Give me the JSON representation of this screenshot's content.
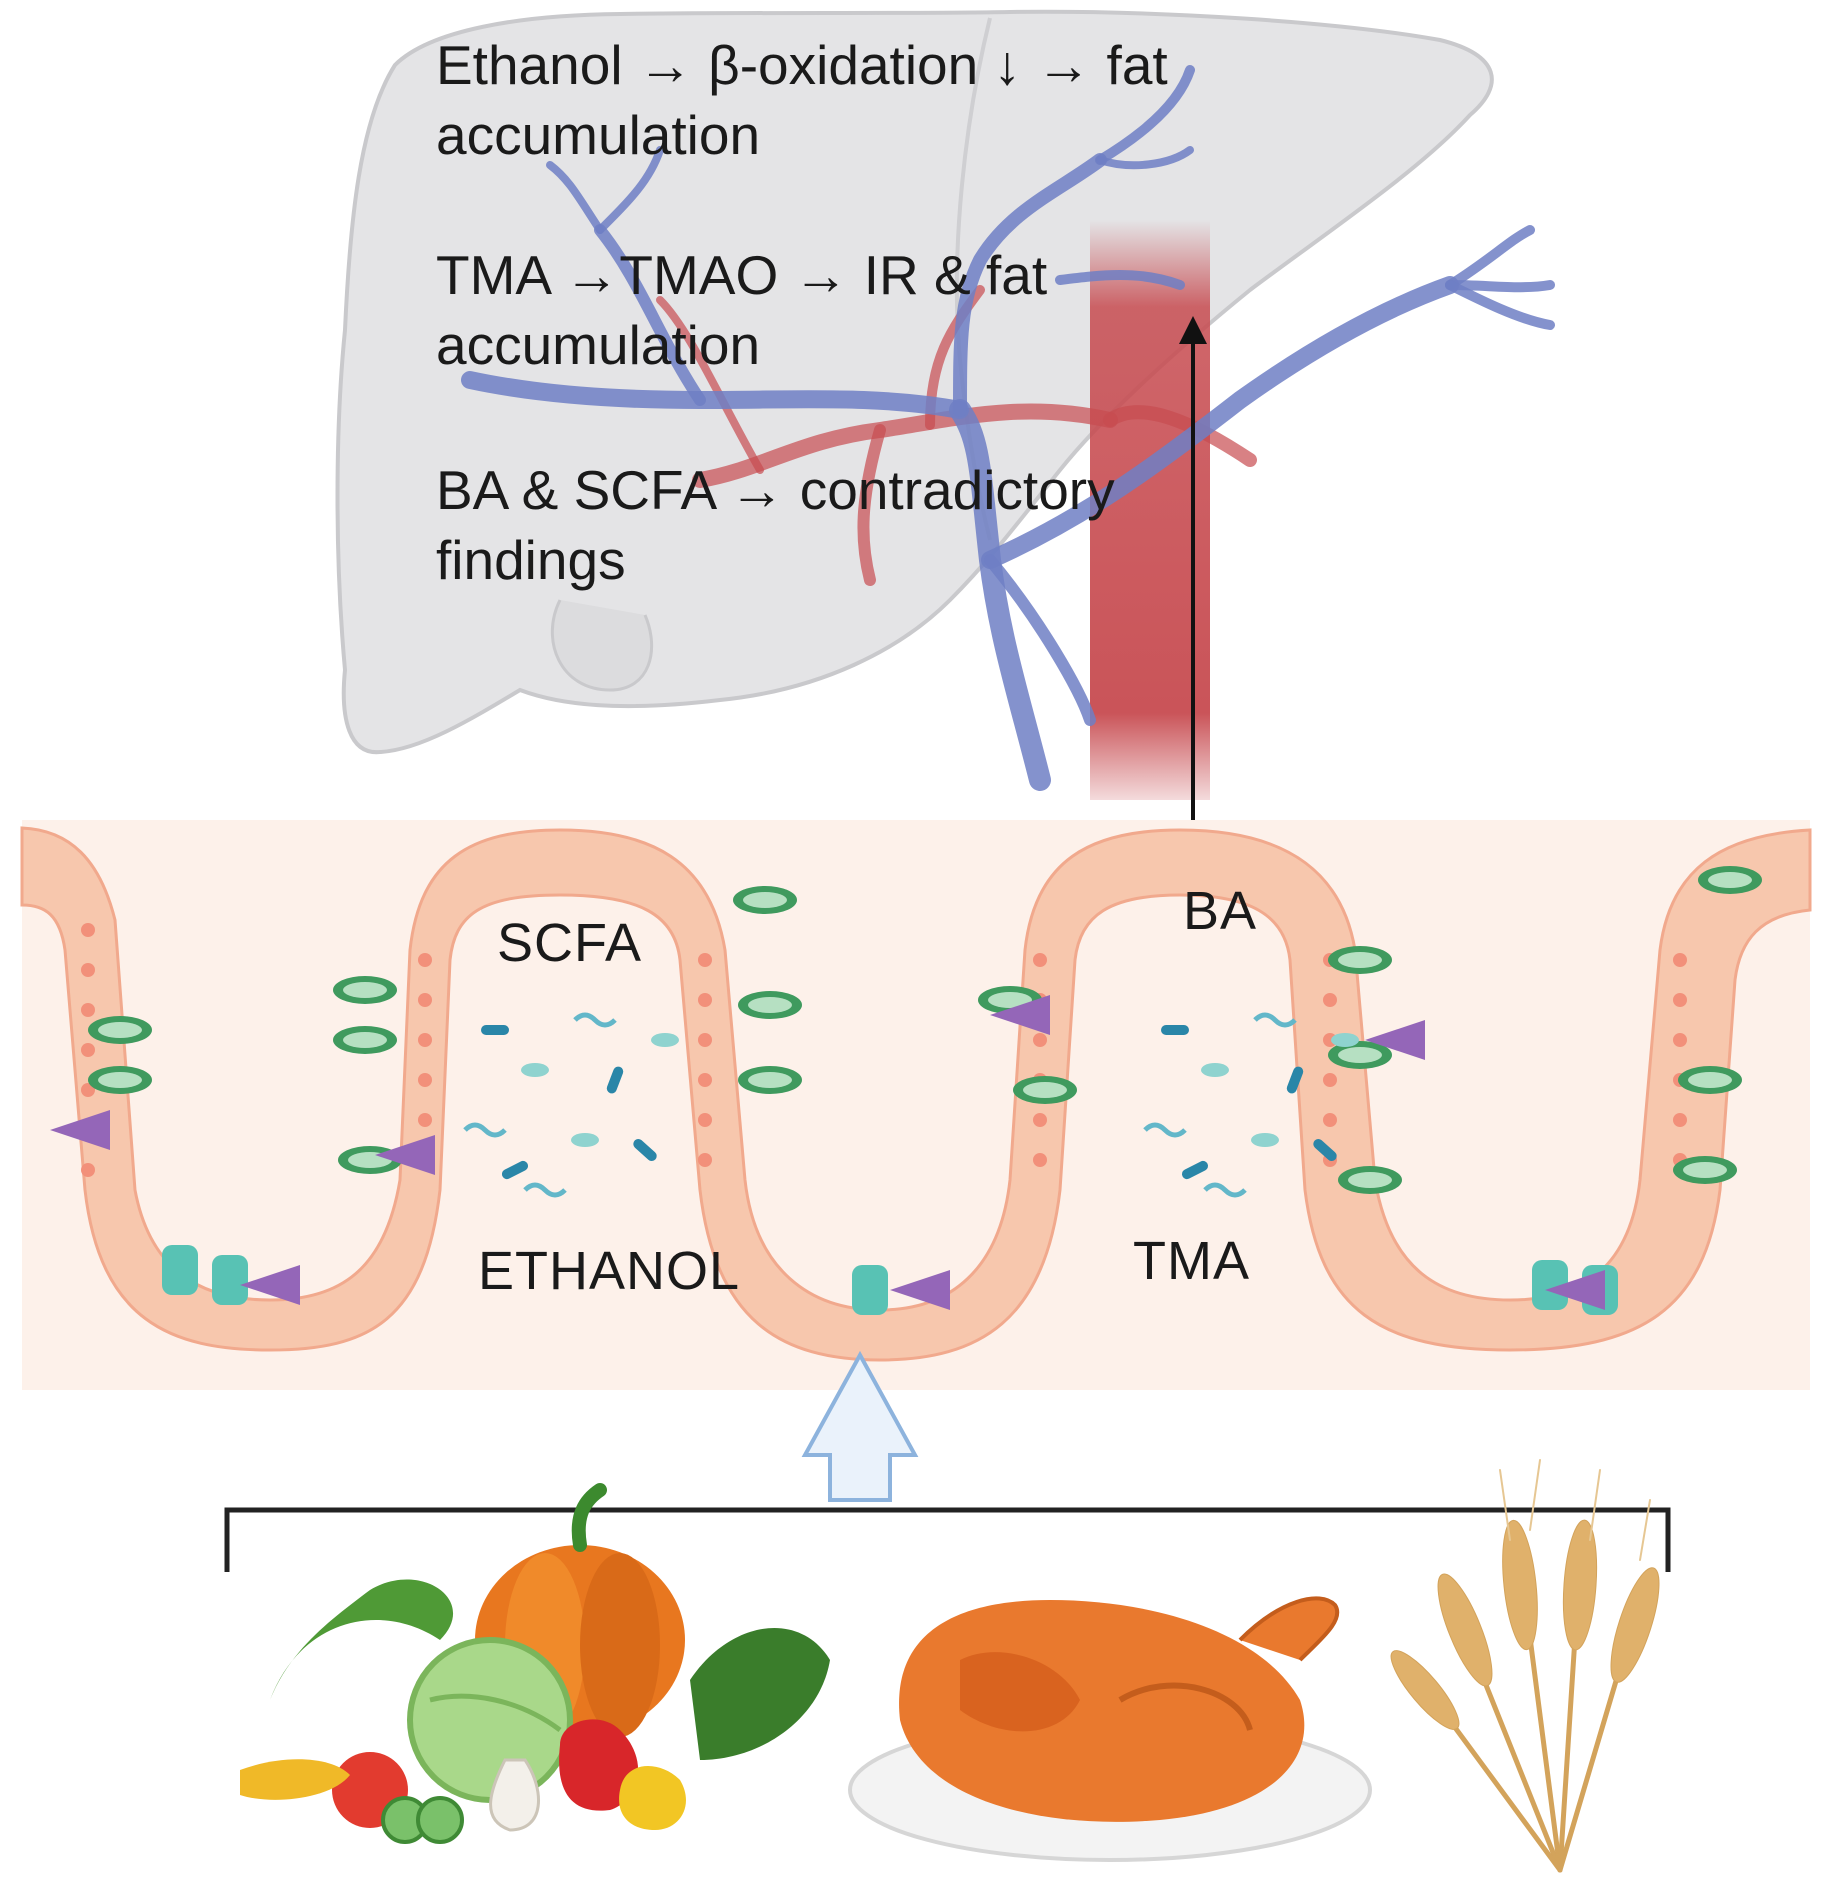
{
  "liver": {
    "statements": [
      {
        "text": "Ethanol → β-oxidation ↓ → fat\naccumulation"
      },
      {
        "text": "TMA →TMAO → IR & fat\naccumulation"
      },
      {
        "text": "BA & SCFA → contradictory\nfindings"
      }
    ]
  },
  "gut": {
    "labels": {
      "scfa": "SCFA",
      "ethanol": "ETHANOL",
      "ba": "BA",
      "tma": "TMA"
    }
  },
  "colors": {
    "liver": "#e4e4e6",
    "vein": "#6f7fc4",
    "artery": "#c74b50",
    "mucosa": "#f7c7ad",
    "lumen": "#fdf1ea",
    "goblet": "#3f9a5e",
    "paneth": "#58c2b4",
    "enteroendocrine": "#9466b8",
    "bacteria": "#2a86a8"
  },
  "diet": {
    "items": [
      "vegetables-icon",
      "roast-chicken-icon",
      "wheat-icon"
    ]
  }
}
